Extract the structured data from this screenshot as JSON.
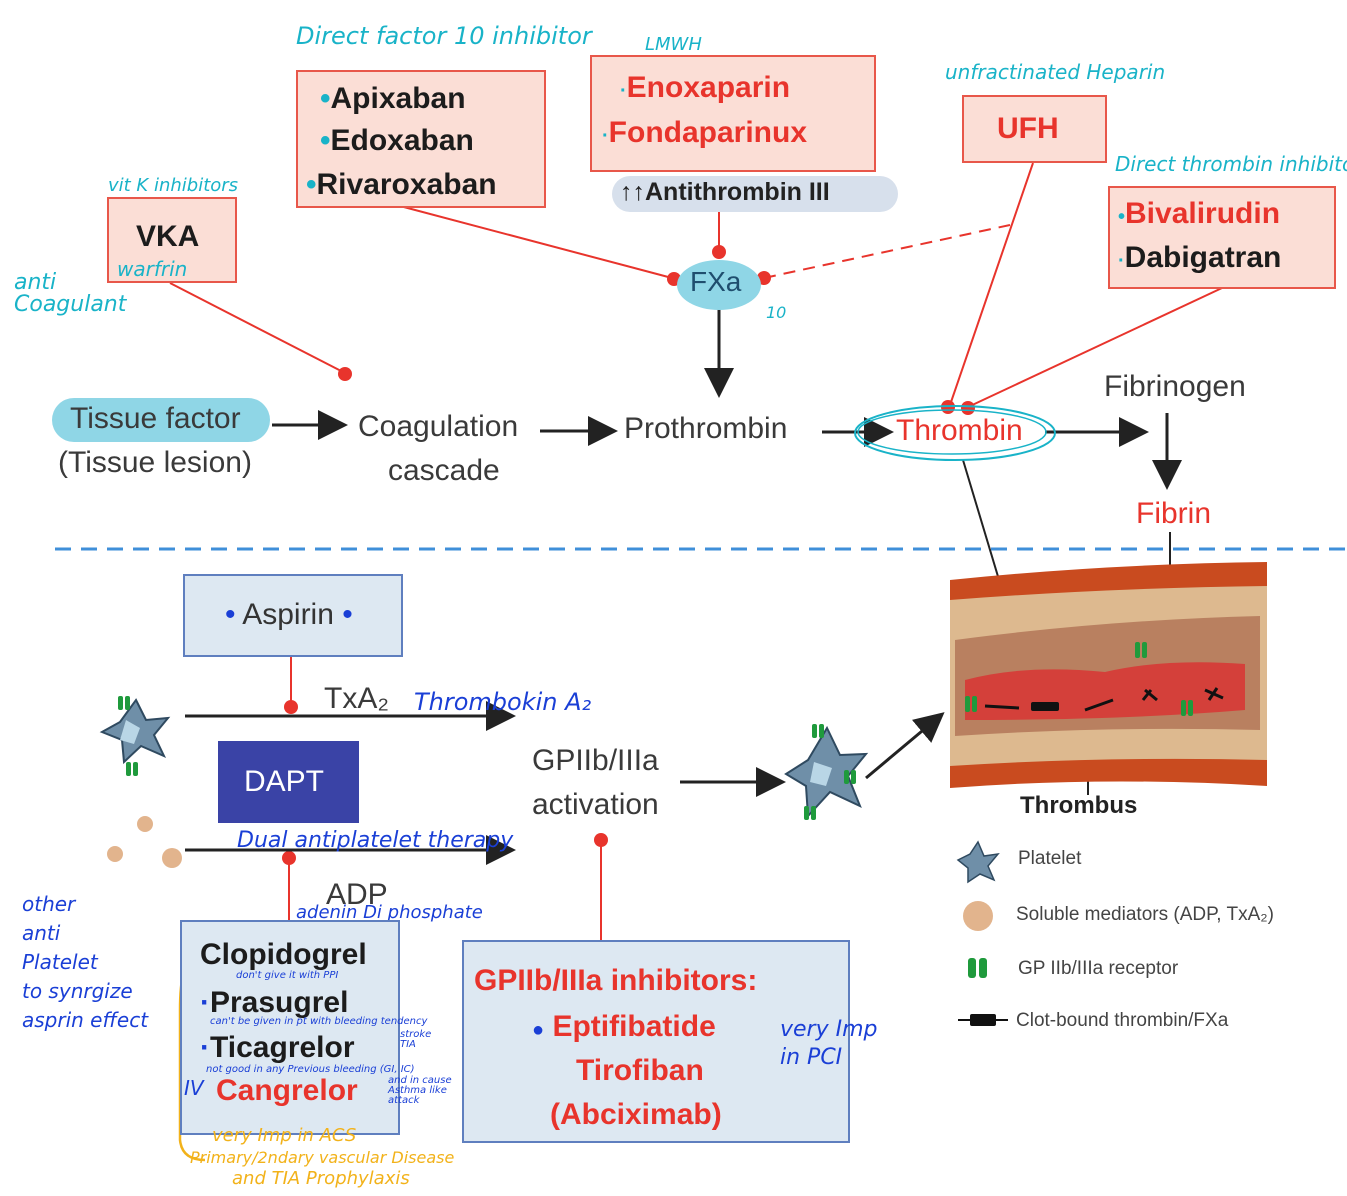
{
  "coag": {
    "xa_inhib": {
      "annotation": "Direct factor 10 inhibitor",
      "drugs": [
        "Apixaban",
        "Edoxaban",
        "Rivaroxaban"
      ]
    },
    "lmwh": {
      "annotation": "LMWH",
      "drugs": [
        "Enoxaparin",
        "Fondaparinux"
      ],
      "note": "↑↑Antithrombin III"
    },
    "ufh": {
      "annotation": "unfractinated Heparin",
      "label": "UFH"
    },
    "dti": {
      "annotation": "Direct thrombin inhibitor",
      "drugs": [
        "Bivalirudin",
        "Dabigatran"
      ]
    },
    "vka": {
      "annotation": "vit K inhibitors",
      "label": "VKA",
      "sub": "warfrin"
    },
    "anticoagulant_note": [
      "anti",
      "Coagulant"
    ],
    "fxa": {
      "label": "FXa",
      "note": "10"
    },
    "pathway": {
      "tissue_factor": "Tissue factor",
      "tissue_lesion": "(Tissue lesion)",
      "coag1": "Coagulation",
      "coag2": "cascade",
      "prothrombin": "Prothrombin",
      "thrombin": "Thrombin",
      "fibrinogen": "Fibrinogen",
      "fibrin": "Fibrin"
    }
  },
  "platelet": {
    "aspirin": "Aspirin",
    "txa2": "TxA₂",
    "txa2_note": "Thrombokin A₂",
    "dapt": "DAPT",
    "dapt_note": "Dual antiplatelet therapy",
    "adp": "ADP",
    "adp_note": "adenin Di phosphate",
    "gp1": "GPIIb/IIIa",
    "gp2": "activation",
    "p2y12": [
      "Clopidogrel",
      "Prasugrel",
      "Ticagrelor",
      "Cangrelor"
    ],
    "iv": "IV",
    "clop_note": "don't give it with PPI",
    "pras_note": "can't be given in pt with bleeding tendency",
    "pras_note2": [
      "stroke",
      "TIA"
    ],
    "tica_note": "not good in any Previous bleeding (GI, IC)",
    "tica_note2": [
      "and in cause",
      "Asthma like",
      "attack"
    ],
    "gp_inhib_title": "GPIIb/IIIa inhibitors:",
    "gp_inhib_drugs": [
      "Eptifibatide",
      "Tirofiban",
      "(Abciximab)"
    ],
    "pci_note": [
      "very Imp",
      "in PCI"
    ],
    "other_note": [
      "other",
      "anti",
      "Platelet",
      "to synrgize",
      "asprin effect"
    ],
    "acs_note": [
      "very Imp in ACS",
      "Primary/2ndary vascular Disease",
      "and TIA Prophylaxis"
    ]
  },
  "thrombus_label": "Thrombus",
  "legend": [
    {
      "icon": "platelet-icon",
      "text": "Platelet"
    },
    {
      "icon": "soluble-mediator-icon",
      "text": "Soluble mediators (ADP, TxA₂)"
    },
    {
      "icon": "gp-receptor-icon",
      "text": "GP IIb/IIIa receptor"
    },
    {
      "icon": "clot-bound-icon",
      "text": "Clot-bound thrombin/FXa"
    }
  ],
  "colors": {
    "inhibitor_red": "#e8342c",
    "teal_highlight": "#7fd3e0",
    "dapt_blue": "#3a43a6",
    "box_blue": "#dde8f2"
  }
}
